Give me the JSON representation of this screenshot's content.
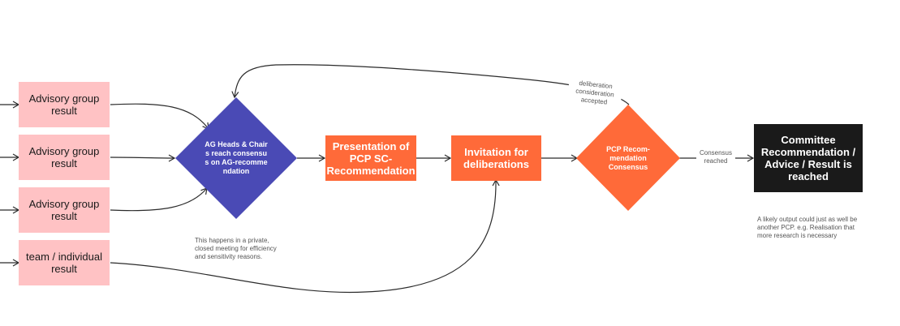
{
  "colors": {
    "advisory_box": "#ffc2c4",
    "process_box": "#ff6a39",
    "decision_blue": "#4a4ab5",
    "decision_orange": "#ff6a39",
    "result_box": "#1a1a1a",
    "connector": "#2b2b2b"
  },
  "nodes": {
    "advisory_1": "Advisory group result",
    "advisory_2": "Advisory group result",
    "advisory_3": "Advisory group result",
    "team_individual": "team / individual result",
    "ag_heads": "AG Heads & Chairs reach consensus on AG-recommendation",
    "presentation": "Presentation of PCP SC-Recommendation",
    "invitation": "Invitation for deliberations",
    "pcp_consensus": "PCP Recom-mendation Consensus",
    "committee": "Committee Recommendation / Advice / Result is reached"
  },
  "edge_labels": {
    "loop_back": "deliberation consideration accepted",
    "consensus": "Consensus reached"
  },
  "notes": {
    "private_meeting": "This happens in a private, closed meeting for efficiency and sensitivity reasons.",
    "likely_output": "A likely output could just as well be another PCP. e.g. Realisation that more research is necessary"
  }
}
